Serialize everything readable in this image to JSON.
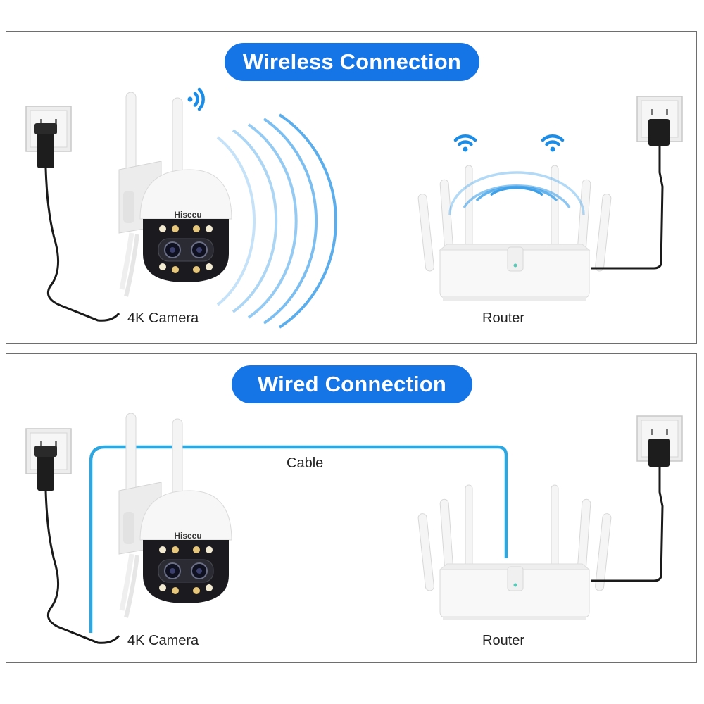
{
  "panels": {
    "wireless": {
      "title": "Wireless Connection",
      "camera_label": "4K Camera",
      "router_label": "Router",
      "camera_brand": "Hiseeu"
    },
    "wired": {
      "title": "Wired Connection",
      "camera_label": "4K Camera",
      "router_label": "Router",
      "cable_label": "Cable",
      "camera_brand": "Hiseeu"
    }
  },
  "colors": {
    "accent": "#1574e6",
    "cable": "#2ea7e0",
    "signal": "#3fa0e8"
  },
  "icons": [
    "wifi-icon",
    "camera-wifi-icon",
    "wall-socket-icon",
    "power-adapter-icon"
  ]
}
